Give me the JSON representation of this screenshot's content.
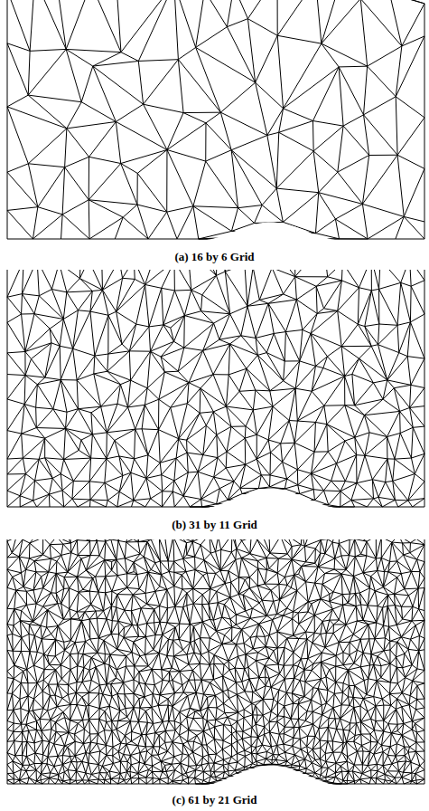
{
  "diagram": {
    "labels": [
      "(a) 16 by 6 Grid",
      "(b) 31 by 11 Grid",
      "(c) 61 by 21 Grid"
    ]
  }
}
